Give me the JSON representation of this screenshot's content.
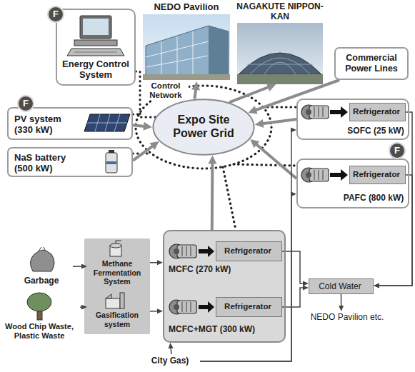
{
  "diagram": {
    "nodes": [
      {
        "text": [
          "Energy Control System"
        ]
      },
      {
        "text": [
          "NEDO Pavilion"
        ]
      },
      {
        "text": [
          "NAGAKUTE NIPPON-KAN"
        ]
      },
      {
        "text": [
          "Commercial Power Lines"
        ]
      },
      {
        "text": [
          "PV system (330 kW)"
        ]
      },
      {
        "text": [
          "Expo Site Power Grid"
        ]
      },
      {
        "text": [
          "SOFC (25 kW)"
        ]
      },
      {
        "text": [
          "Refrigerator"
        ],
        "in": 6
      },
      {
        "text": [
          "NaS battery (500 kW)"
        ]
      },
      {
        "text": [
          "PAFC (800 kW)"
        ]
      },
      {
        "text": [
          "Refrigerator"
        ],
        "in": 9
      },
      {
        "text": [
          "Garbage"
        ]
      },
      {
        "text": [
          "Methane Fermentation System"
        ]
      },
      {
        "text": [
          "MCFC (270 kW)",
          "MCFC+MGT (300 kW)"
        ]
      },
      {
        "text": [
          "Refrigerator"
        ],
        "in": 13
      },
      {
        "text": [
          "Refrigerator"
        ],
        "in": 13
      },
      {
        "text": [
          "Cold Water"
        ]
      },
      {
        "text": [
          "Wood Chip Waste, Plastic Waste"
        ]
      },
      {
        "text": [
          "Gasification system"
        ]
      },
      {
        "text": [
          "NEDO Pavilion etc."
        ]
      },
      {
        "text": [
          "City Gas)"
        ]
      }
    ],
    "edges": [
      {
        "from": 0,
        "to": 5,
        "arrow": "none"
      },
      {
        "from": 5,
        "to": 1,
        "arrow": "to"
      },
      {
        "from": 5,
        "to": 2,
        "arrow": "to"
      },
      {
        "from": 3,
        "to": 5,
        "arrow": "to"
      },
      {
        "from": 4,
        "to": 5,
        "arrow": "to"
      },
      {
        "from": 8,
        "to": 5,
        "arrow": "to"
      },
      {
        "from": 6,
        "to": 5,
        "arrow": "to"
      },
      {
        "from": 9,
        "to": 5,
        "arrow": "to"
      },
      {
        "from": 13,
        "to": 5,
        "arrow": "to"
      },
      {
        "from": 11,
        "to": 12,
        "arrow": "to"
      },
      {
        "from": 17,
        "to": 18,
        "arrow": "to"
      },
      {
        "from": 12,
        "to": 13,
        "arrow": "to"
      },
      {
        "from": 18,
        "to": 13,
        "arrow": "to"
      },
      {
        "from": 20,
        "to": 6,
        "arrow": "to"
      },
      {
        "from": 20,
        "to": 9,
        "arrow": "to"
      },
      {
        "from": 20,
        "to": 13,
        "arrow": "to"
      },
      {
        "from": 7,
        "to": 16,
        "arrow": "to"
      },
      {
        "from": 10,
        "to": 16,
        "arrow": "to"
      },
      {
        "from": 14,
        "to": 16,
        "arrow": "to"
      },
      {
        "from": 15,
        "to": 16,
        "arrow": "to"
      },
      {
        "from": 16,
        "to": 19,
        "arrow": "to"
      }
    ],
    "labels": [
      "F",
      "F",
      "Control Network",
      "F"
    ]
  }
}
